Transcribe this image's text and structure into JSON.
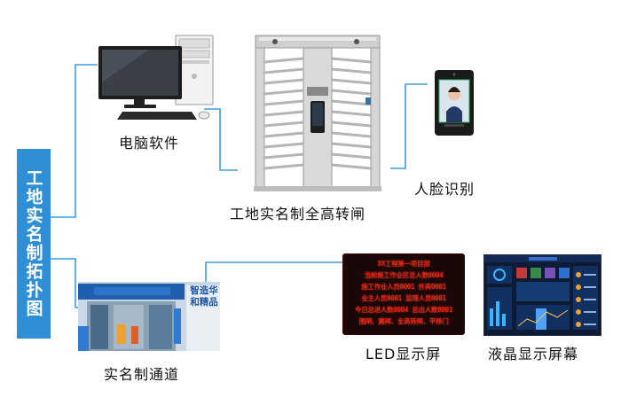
{
  "title": "工地实名制拓扑图",
  "nodes": {
    "computer": {
      "label": "电脑软件"
    },
    "turnstile": {
      "label": "工地实名制全高转闸"
    },
    "face": {
      "label": "人脸识别"
    },
    "passage": {
      "label": "实名制通道",
      "sign_text": "智造华和精品"
    },
    "led": {
      "label": "LED显示屏",
      "lines": [
        "XX工程第一项目部",
        "当前施工作业区总人数0004",
        "施工作业人员0001    外宾0001",
        "业主人员0001    监理人员0001",
        "今日总进人数0004    总出人数0001",
        "围闸、翼闸、全高转闸、平移门"
      ]
    },
    "lcd": {
      "label": "液晶显示屏幕"
    }
  },
  "colors": {
    "line": "#3d9be0",
    "title_bg": "#2f8fd6",
    "led_text": "#ff2a1a"
  }
}
